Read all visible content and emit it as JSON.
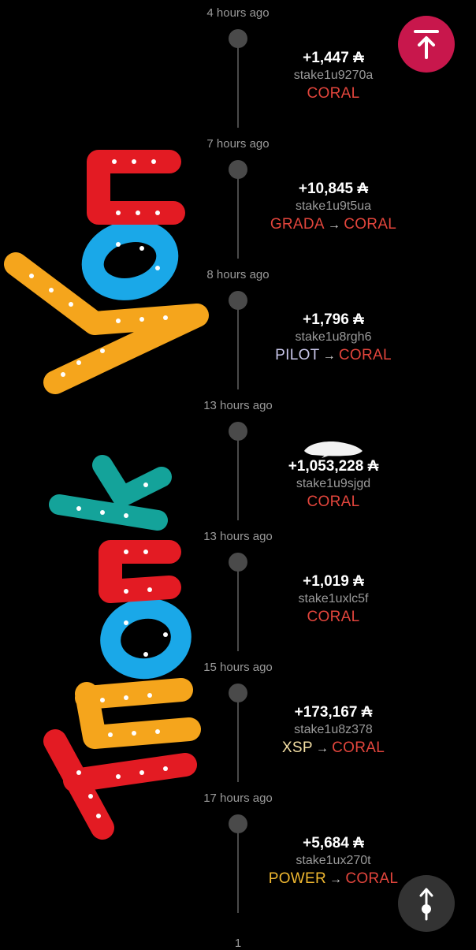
{
  "entries": [
    {
      "time": "4 hours ago",
      "amount": "+1,447 ₳",
      "address": "stake1u9270a",
      "from_pool": "",
      "to_pool": "CORAL",
      "from_color": "",
      "whale": false
    },
    {
      "time": "7 hours ago",
      "amount": "+10,845 ₳",
      "address": "stake1u9t5ua",
      "from_pool": "GRADA",
      "to_pool": "CORAL",
      "from_color": "#e2453c",
      "whale": false
    },
    {
      "time": "8 hours ago",
      "amount": "+1,796 ₳",
      "address": "stake1u8rgh6",
      "from_pool": "PILOT",
      "to_pool": "CORAL",
      "from_color": "#c9c6ea",
      "whale": false
    },
    {
      "time": "13 hours ago",
      "amount": "+1,053,228 ₳",
      "address": "stake1u9sjgd",
      "from_pool": "",
      "to_pool": "CORAL",
      "from_color": "",
      "whale": true
    },
    {
      "time": "13 hours ago",
      "amount": "+1,019 ₳",
      "address": "stake1uxlc5f",
      "from_pool": "",
      "to_pool": "CORAL",
      "from_color": "",
      "whale": false
    },
    {
      "time": "15 hours ago",
      "amount": "+173,167 ₳",
      "address": "stake1u8z378",
      "from_pool": "XSP",
      "to_pool": "CORAL",
      "from_color": "#f4dfa4",
      "whale": false
    },
    {
      "time": "17 hours ago",
      "amount": "+5,684 ₳",
      "address": "stake1ux270t",
      "from_pool": "POWER",
      "to_pool": "CORAL",
      "from_color": "#f0b830",
      "whale": false
    }
  ],
  "arrow_symbol": "→",
  "overlay_text": {
    "word1": "Thank",
    "word2": "You"
  },
  "colors": {
    "accent": "#c8174c",
    "coral": "#e2453c",
    "timeline": "#4a4a4a"
  },
  "icons": {
    "top_button": "scroll-to-top-icon",
    "bottom_button": "scroll-toggle-icon",
    "whale": "whale-icon"
  }
}
